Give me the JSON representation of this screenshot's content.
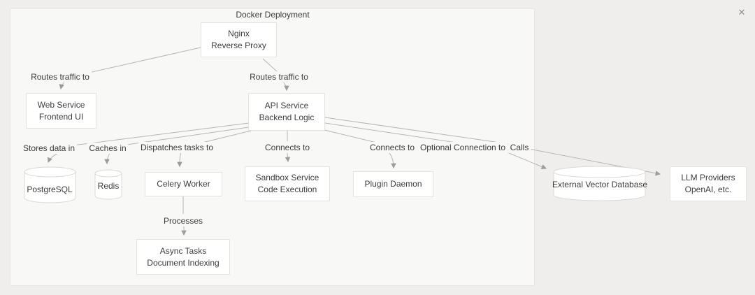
{
  "window": {
    "close_icon": "✕"
  },
  "colors": {
    "page_bg": "#efeeec",
    "panel_bg": "#f8f8f7",
    "panel_border": "#e7e6e4",
    "node_bg": "#ffffff",
    "node_border": "#e3e2e0",
    "cylinder_border": "#d9d8d6",
    "edge_line": "#b6b5b3",
    "arrowhead": "#9c9c9c",
    "text": "#3c3c3c",
    "muted": "#8f8f8f"
  },
  "diagram": {
    "title": "Docker Deployment",
    "nodes": {
      "nginx": {
        "shape": "rect",
        "lines": [
          "Nginx",
          "Reverse Proxy"
        ]
      },
      "web_service": {
        "shape": "rect",
        "lines": [
          "Web Service",
          "Frontend UI"
        ]
      },
      "api_service": {
        "shape": "rect",
        "lines": [
          "API Service",
          "Backend Logic"
        ]
      },
      "postgresql": {
        "shape": "cylinder",
        "lines": [
          "PostgreSQL"
        ]
      },
      "redis": {
        "shape": "cylinder",
        "lines": [
          "Redis"
        ]
      },
      "celery_worker": {
        "shape": "rect",
        "lines": [
          "Celery Worker"
        ]
      },
      "sandbox_service": {
        "shape": "rect",
        "lines": [
          "Sandbox Service",
          "Code Execution"
        ]
      },
      "plugin_daemon": {
        "shape": "rect",
        "lines": [
          "Plugin Daemon"
        ]
      },
      "external_vector_db": {
        "shape": "cylinder",
        "lines": [
          "External Vector Database"
        ]
      },
      "llm_providers": {
        "shape": "rect",
        "lines": [
          "LLM Providers",
          "OpenAI, etc."
        ]
      },
      "async_tasks": {
        "shape": "rect",
        "lines": [
          "Async Tasks",
          "Document Indexing"
        ]
      }
    },
    "edge_labels": {
      "routes_web": "Routes traffic to",
      "routes_api": "Routes traffic to",
      "stores": "Stores data in",
      "caches": "Caches in",
      "dispatches": "Dispatches tasks to",
      "connects_sandbox": "Connects to",
      "connects_plugin": "Connects to",
      "optional": "Optional Connection to",
      "calls": "Calls",
      "processes": "Processes"
    },
    "connections": [
      {
        "from": "nginx",
        "to": "web_service",
        "label": "Routes traffic to"
      },
      {
        "from": "nginx",
        "to": "api_service",
        "label": "Routes traffic to"
      },
      {
        "from": "api_service",
        "to": "postgresql",
        "label": "Stores data in"
      },
      {
        "from": "api_service",
        "to": "redis",
        "label": "Caches in"
      },
      {
        "from": "api_service",
        "to": "celery_worker",
        "label": "Dispatches tasks to"
      },
      {
        "from": "api_service",
        "to": "sandbox_service",
        "label": "Connects to"
      },
      {
        "from": "api_service",
        "to": "plugin_daemon",
        "label": "Connects to"
      },
      {
        "from": "api_service",
        "to": "external_vector_db",
        "label": "Optional Connection to"
      },
      {
        "from": "api_service",
        "to": "llm_providers",
        "label": "Calls"
      },
      {
        "from": "celery_worker",
        "to": "async_tasks",
        "label": "Processes"
      }
    ]
  }
}
